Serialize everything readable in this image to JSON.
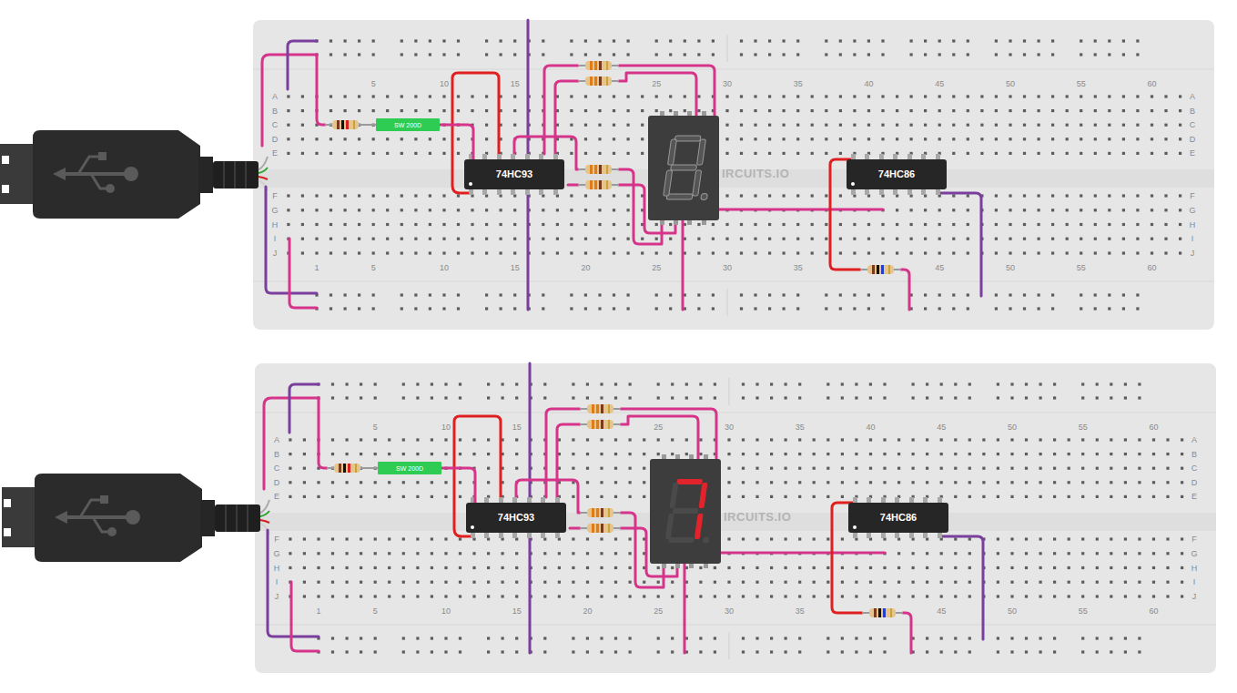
{
  "diagram": {
    "nodes": [
      {
        "text": [
          "SW 200D"
        ]
      },
      {
        "text": [
          "74HC93"
        ]
      },
      {
        "text": [
          "74HC86"
        ]
      },
      {
        "text": [
          "SW 200D"
        ]
      },
      {
        "text": [
          "74HC93"
        ]
      },
      {
        "text": [
          "74HC86"
        ]
      }
    ],
    "edges": [
      {
        "from": 0,
        "to": 1,
        "arrow": "none"
      },
      {
        "from": 3,
        "to": 4,
        "arrow": "none"
      }
    ],
    "labels": [
      "5",
      "10",
      "15",
      "25",
      "30",
      "35",
      "40",
      "45",
      "50",
      "55",
      "60",
      "A",
      "B",
      "C",
      "D",
      "E",
      "F",
      "G",
      "H",
      "I",
      "J",
      "A",
      "B",
      "C",
      "D",
      "E",
      "F",
      "G",
      "H",
      "I",
      "J",
      "1",
      "5",
      "10",
      "15",
      "20",
      "25",
      "30",
      "35",
      "45",
      "50",
      "55",
      "60",
      "IRCUITS.IO",
      "5",
      "10",
      "15",
      "25",
      "30",
      "35",
      "40",
      "45",
      "50",
      "55",
      "60",
      "A",
      "B",
      "C",
      "D",
      "E",
      "F",
      "G",
      "H",
      "I",
      "J",
      "A",
      "B",
      "C",
      "D",
      "E",
      "F",
      "G",
      "H",
      "I",
      "J",
      "1",
      "5",
      "10",
      "15",
      "20",
      "25",
      "30",
      "35",
      "45",
      "50",
      "55",
      "60",
      "IRCUITS.IO"
    ]
  }
}
